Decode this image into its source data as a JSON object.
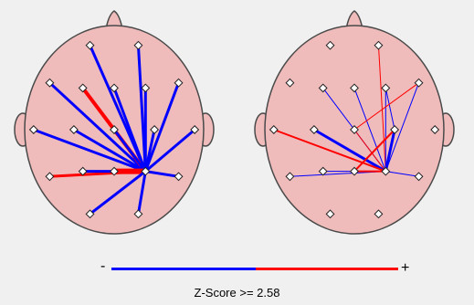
{
  "colors": {
    "background": "#f0f0f0",
    "head_fill": "#efbcbb",
    "head_stroke": "#4a4a4a",
    "positive": "#ff0000",
    "negative": "#0000ff",
    "electrode_fill": "#ffffff"
  },
  "heads": [
    {
      "name": "left",
      "connections": [
        {
          "from": "P4",
          "to": "Fp1",
          "sign": "negative",
          "weight": 3
        },
        {
          "from": "P4",
          "to": "Fp2",
          "sign": "negative",
          "weight": 3
        },
        {
          "from": "P4",
          "to": "F7",
          "sign": "negative",
          "weight": 3
        },
        {
          "from": "P4",
          "to": "F3",
          "sign": "positive",
          "weight": 4
        },
        {
          "from": "P4",
          "to": "Fz",
          "sign": "negative",
          "weight": 3
        },
        {
          "from": "P4",
          "to": "F4",
          "sign": "negative",
          "weight": 3
        },
        {
          "from": "P4",
          "to": "F8",
          "sign": "negative",
          "weight": 3
        },
        {
          "from": "P4",
          "to": "T3",
          "sign": "negative",
          "weight": 3
        },
        {
          "from": "P4",
          "to": "C3",
          "sign": "negative",
          "weight": 3
        },
        {
          "from": "P4",
          "to": "Cz",
          "sign": "negative",
          "weight": 3
        },
        {
          "from": "P4",
          "to": "C4",
          "sign": "negative",
          "weight": 3
        },
        {
          "from": "P4",
          "to": "T4",
          "sign": "negative",
          "weight": 3
        },
        {
          "from": "P4",
          "to": "T5",
          "sign": "positive",
          "weight": 3
        },
        {
          "from": "P4",
          "to": "P3",
          "sign": "negative",
          "weight": 3
        },
        {
          "from": "P4",
          "to": "Pz",
          "sign": "positive",
          "weight": 6
        },
        {
          "from": "P4",
          "to": "T6",
          "sign": "negative",
          "weight": 3
        },
        {
          "from": "P4",
          "to": "O1",
          "sign": "negative",
          "weight": 3
        },
        {
          "from": "P4",
          "to": "O2",
          "sign": "negative",
          "weight": 3
        }
      ]
    },
    {
      "name": "right",
      "connections": [
        {
          "from": "P4",
          "to": "Fp2",
          "sign": "positive",
          "weight": 1
        },
        {
          "from": "P4",
          "to": "F3",
          "sign": "negative",
          "weight": 1
        },
        {
          "from": "P4",
          "to": "Fz",
          "sign": "negative",
          "weight": 1
        },
        {
          "from": "P4",
          "to": "F4",
          "sign": "negative",
          "weight": 1
        },
        {
          "from": "P4",
          "to": "F8",
          "sign": "negative",
          "weight": 1
        },
        {
          "from": "P4",
          "to": "C3",
          "sign": "negative",
          "weight": 3
        },
        {
          "from": "P4",
          "to": "Cz",
          "sign": "positive",
          "weight": 1
        },
        {
          "from": "P4",
          "to": "C4",
          "sign": "negative",
          "weight": 3
        },
        {
          "from": "P4",
          "to": "T3",
          "sign": "positive",
          "weight": 2
        },
        {
          "from": "P4",
          "to": "T5",
          "sign": "negative",
          "weight": 1
        },
        {
          "from": "P4",
          "to": "P3",
          "sign": "negative",
          "weight": 1
        },
        {
          "from": "P4",
          "to": "Pz",
          "sign": "positive",
          "weight": 2
        },
        {
          "from": "P4",
          "to": "T6",
          "sign": "negative",
          "weight": 1
        },
        {
          "from": "F4",
          "to": "C4",
          "sign": "negative",
          "weight": 1
        },
        {
          "from": "F8",
          "to": "Cz",
          "sign": "positive",
          "weight": 1
        },
        {
          "from": "C4",
          "to": "Pz",
          "sign": "positive",
          "weight": 2
        }
      ]
    }
  ],
  "legend": {
    "minus": "-",
    "plus": "+",
    "title": "Z-Score >= 2.58"
  }
}
